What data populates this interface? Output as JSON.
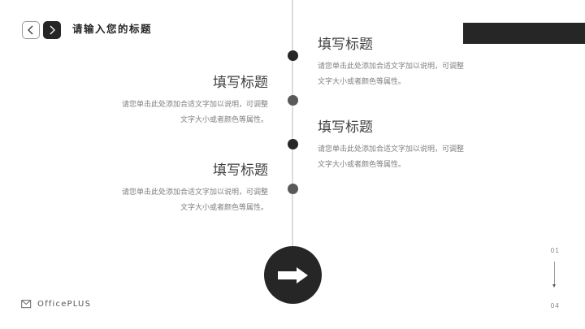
{
  "header": {
    "title": "请输入您的标题",
    "prev_icon": "chevron-left-icon",
    "next_icon": "chevron-right-icon"
  },
  "timeline": {
    "items": [
      {
        "side": "right",
        "title": "填写标题",
        "desc_line1": "请您单击此处添加合适文字加以说明，可调整",
        "desc_line2": "文字大小或者颜色等属性。",
        "dot_color": "#262626"
      },
      {
        "side": "left",
        "title": "填写标题",
        "desc_line1": "请您单击此处添加合适文字加以说明，可调整",
        "desc_line2": "文字大小或者颜色等属性。",
        "dot_color": "#595959"
      },
      {
        "side": "right",
        "title": "填写标题",
        "desc_line1": "请您单击此处添加合适文字加以说明，可调整",
        "desc_line2": "文字大小或者颜色等属性。",
        "dot_color": "#262626"
      },
      {
        "side": "left",
        "title": "填写标题",
        "desc_line1": "请您单击此处添加合适文字加以说明，可调整",
        "desc_line2": "文字大小或者颜色等属性。",
        "dot_color": "#595959"
      }
    ],
    "end_icon": "arrow-right-icon"
  },
  "pager": {
    "start": "01",
    "end": "04"
  },
  "brand": {
    "name": "OfficePLUS",
    "icon": "mail-icon"
  },
  "colors": {
    "dark": "#262626",
    "gray": "#595959",
    "line": "#dcdcdc",
    "text": "#404040",
    "desc": "#7f7f7f"
  }
}
